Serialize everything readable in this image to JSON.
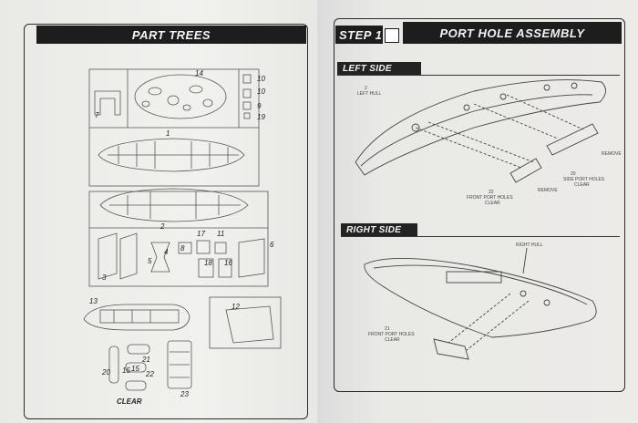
{
  "left_page": {
    "title": "PART TREES",
    "part_numbers": [
      "14",
      "10",
      "10",
      "9",
      "19",
      "7",
      "1",
      "2",
      "3",
      "17",
      "11",
      "6",
      "4",
      "5",
      "8",
      "16",
      "18",
      "15",
      "13",
      "12",
      "21",
      "20",
      "15",
      "22",
      "23",
      "CLEAR"
    ]
  },
  "right_page": {
    "step_label": "STEP 1",
    "assembly_title": "PORT HOLE ASSEMBLY",
    "left_side": {
      "heading": "LEFT SIDE",
      "hull_label": "LEFT HULL",
      "hull_num": "2",
      "front_port_num": "22",
      "front_port_label": "FRONT PORT HOLES",
      "front_port_sub": "CLEAR",
      "side_port_num": "20",
      "side_port_label": "SIDE PORT HOLES",
      "side_port_sub": "CLEAR",
      "remove_1": "REMOVE",
      "remove_2": "REMOVE"
    },
    "right_side": {
      "heading": "RIGHT SIDE",
      "hull_label": "RIGHT HULL",
      "front_port_num": "21",
      "front_port_label": "FRONT PORT HOLES",
      "front_port_sub": "CLEAR"
    }
  }
}
